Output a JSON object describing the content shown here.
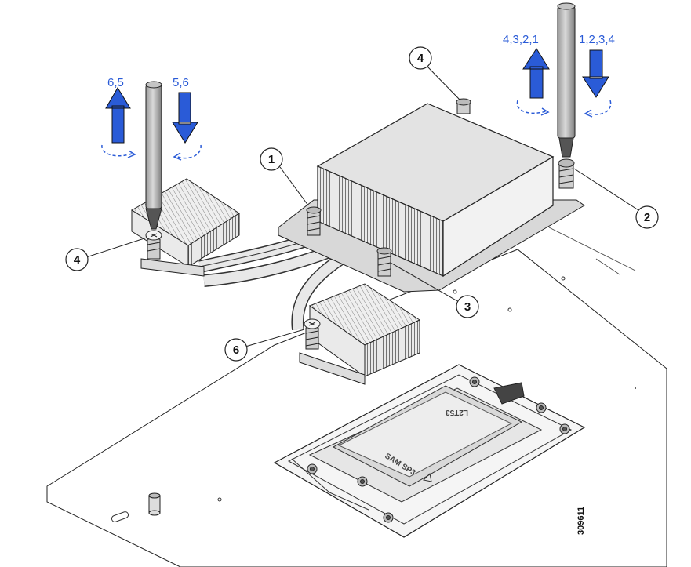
{
  "figure_id": "309611",
  "arrow_colors": {
    "blue": "#2a5bd7",
    "outline": "#111111"
  },
  "left_driver": {
    "loosen_sequence": "6,5",
    "tighten_sequence": "5,6"
  },
  "right_driver": {
    "loosen_sequence": "4,3,2,1",
    "tighten_sequence": "1,2,3,4"
  },
  "callouts": [
    {
      "id": "c1",
      "label": "1"
    },
    {
      "id": "c2",
      "label": "2"
    },
    {
      "id": "c3",
      "label": "3"
    },
    {
      "id": "c4a",
      "label": "4"
    },
    {
      "id": "c4b",
      "label": "4"
    },
    {
      "id": "c6",
      "label": "6"
    }
  ],
  "socket": {
    "cover_text": "SAM SP3",
    "side_text": "L2T53"
  }
}
